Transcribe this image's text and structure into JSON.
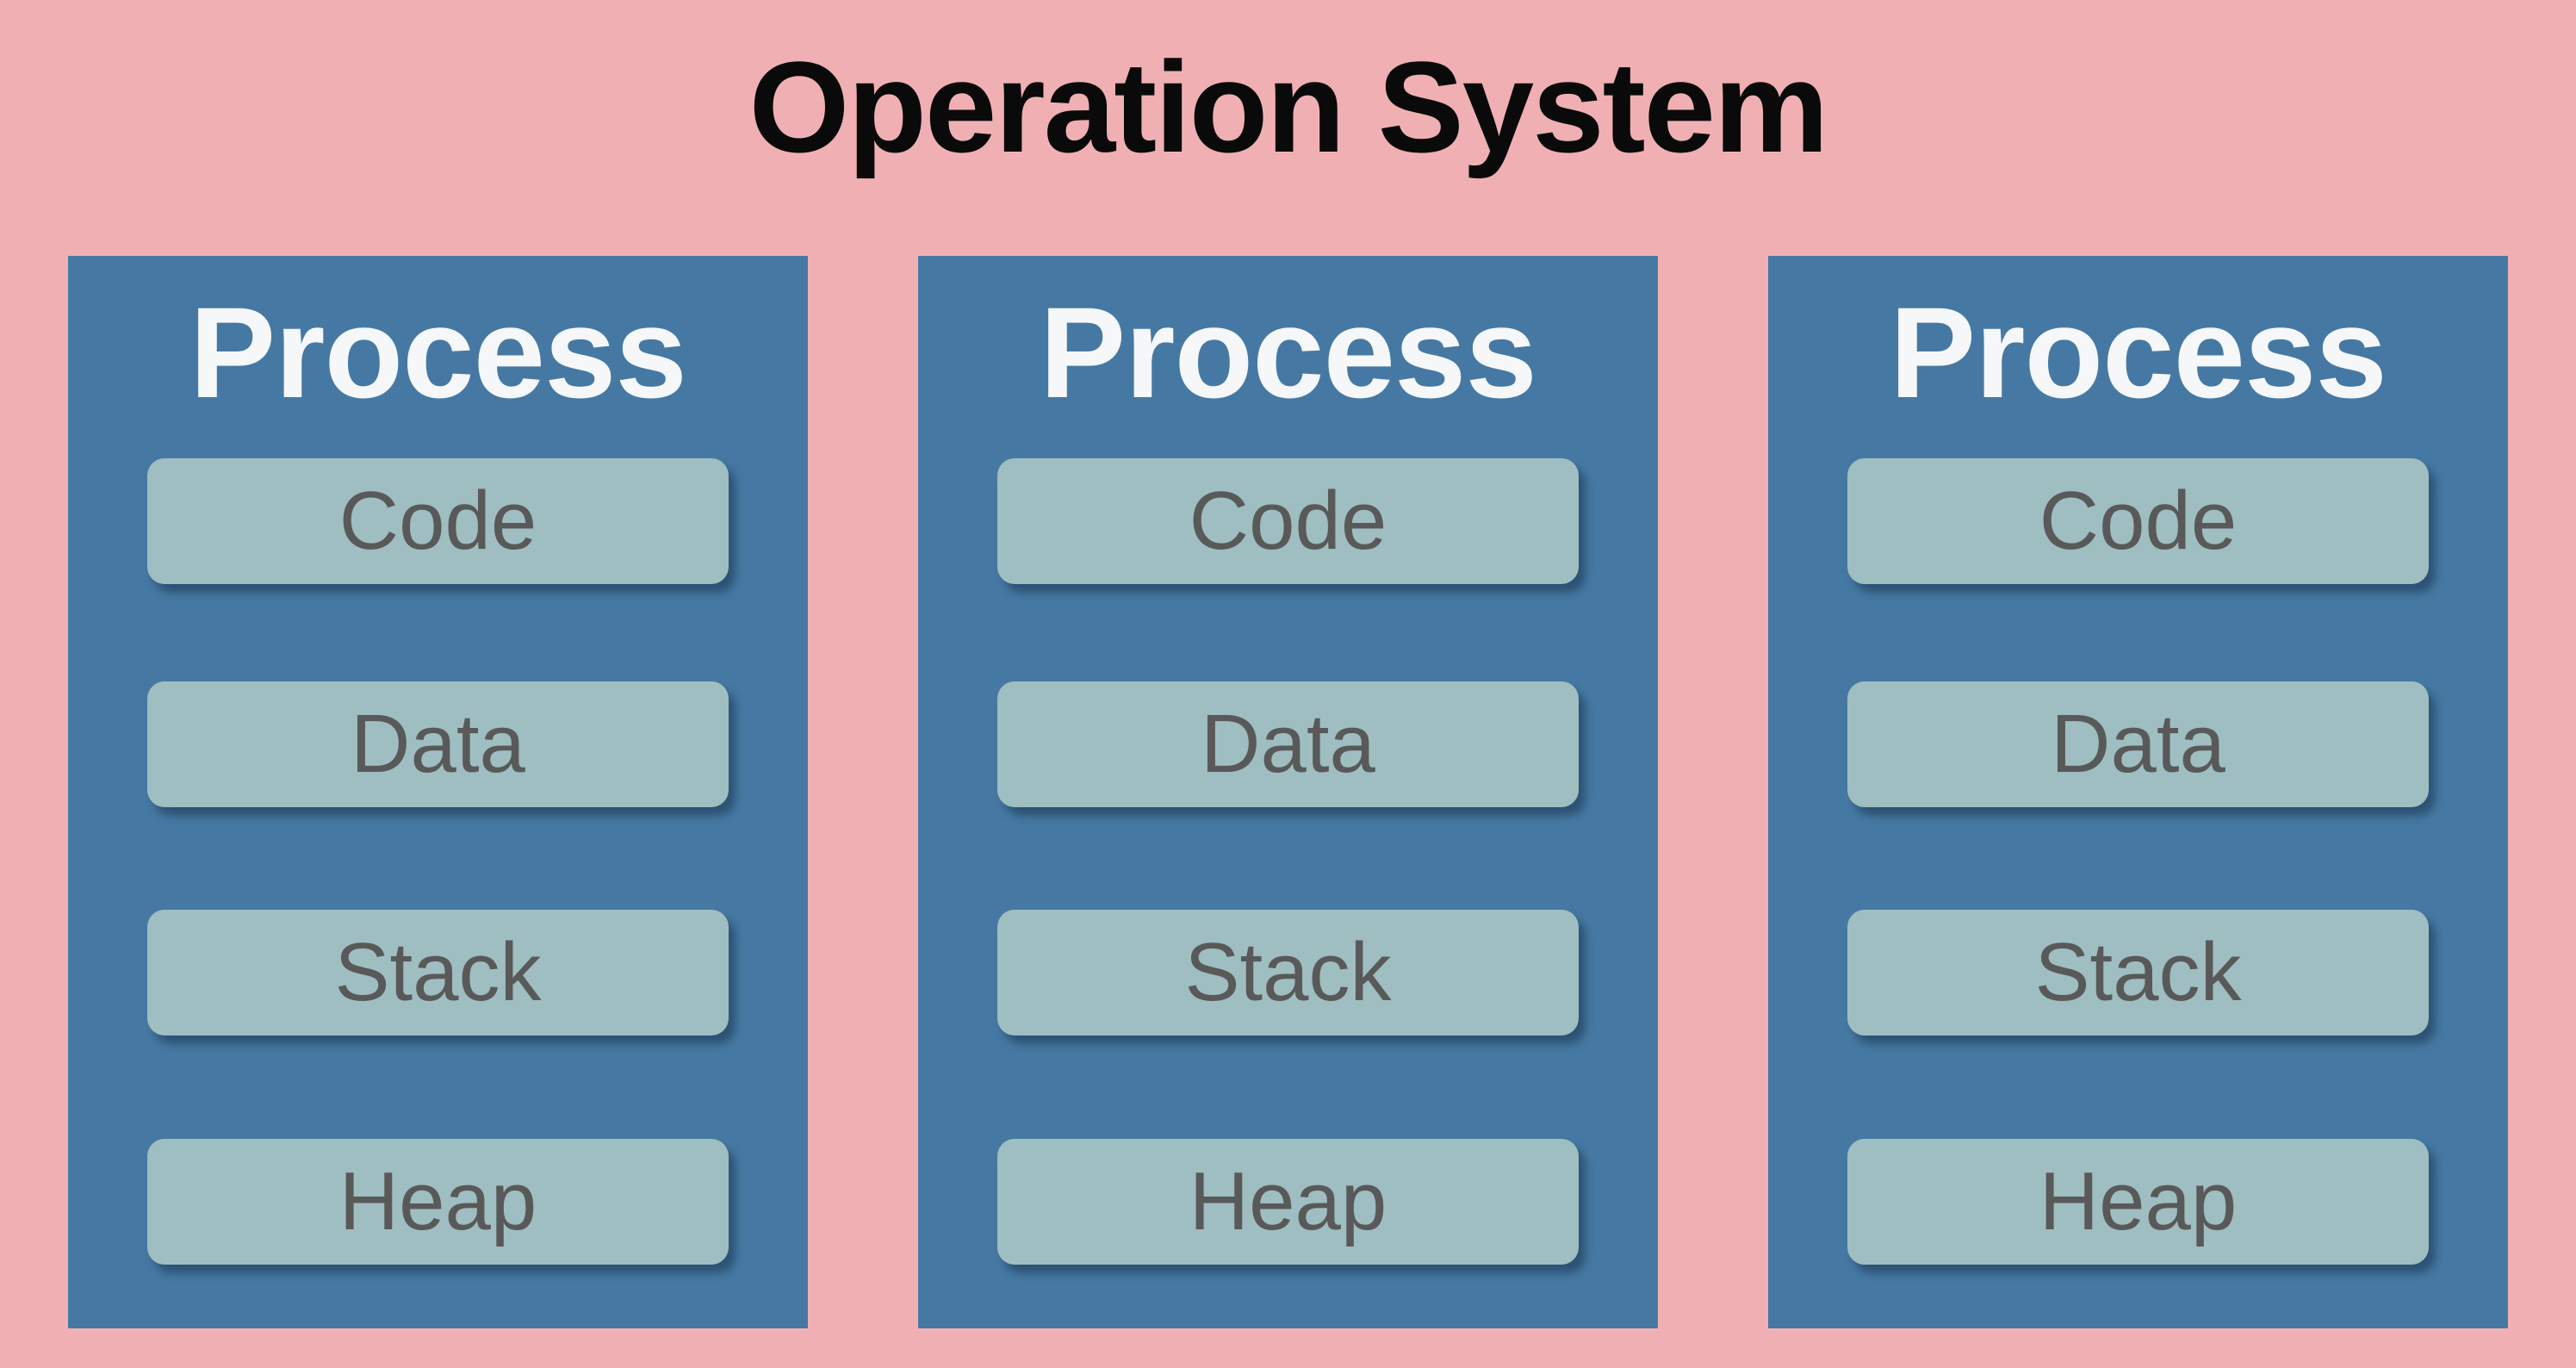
{
  "title": "Operation System",
  "colors": {
    "bg": "#F0B0B3",
    "panel": "#4579A3",
    "segment": "#9FBEC1",
    "segment_text": "#595959",
    "panel_title_text": "#F5F7F8",
    "title_text": "#0A0A0A"
  },
  "processes": [
    {
      "title": "Process",
      "segments": [
        "Code",
        "Data",
        "Stack",
        "Heap"
      ]
    },
    {
      "title": "Process",
      "segments": [
        "Code",
        "Data",
        "Stack",
        "Heap"
      ]
    },
    {
      "title": "Process",
      "segments": [
        "Code",
        "Data",
        "Stack",
        "Heap"
      ]
    }
  ]
}
